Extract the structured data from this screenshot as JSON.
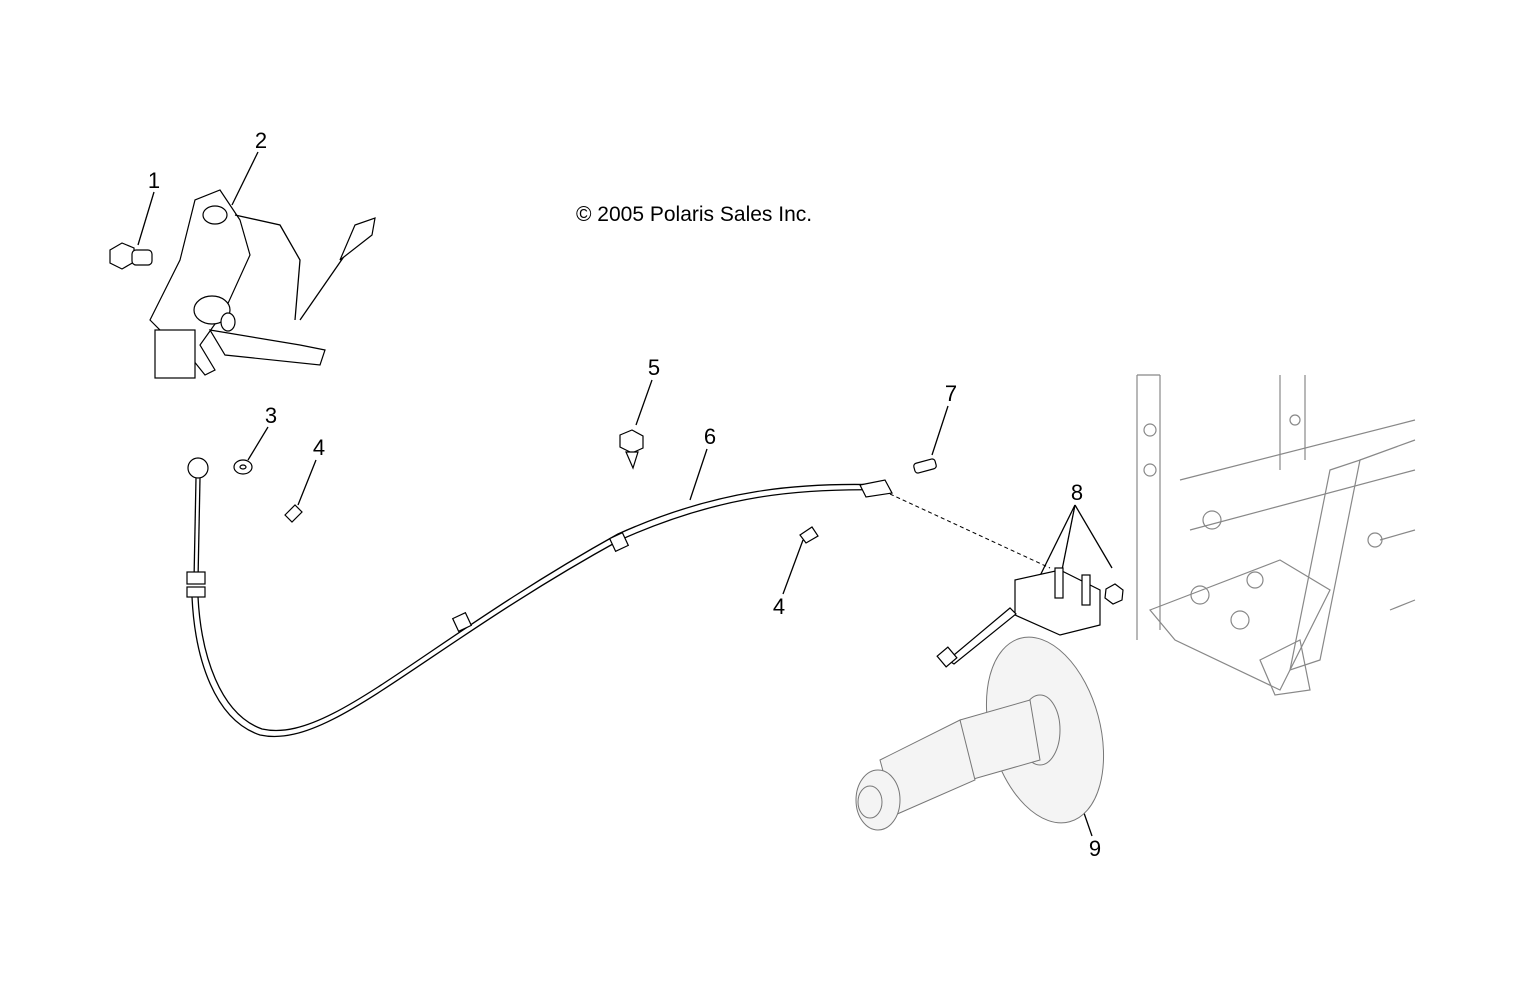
{
  "copyright": "© 2005 Polaris Sales Inc.",
  "callouts": [
    {
      "id": "1",
      "part": "bolt"
    },
    {
      "id": "2",
      "part": "brake-pedal-assembly"
    },
    {
      "id": "3",
      "part": "washer"
    },
    {
      "id": "4",
      "part": "clip"
    },
    {
      "id": "5",
      "part": "push-rivet"
    },
    {
      "id": "6",
      "part": "brake-cable"
    },
    {
      "id": "7",
      "part": "pin"
    },
    {
      "id": "4b",
      "part": "clip"
    },
    {
      "id": "8",
      "part": "caliper-bolt-nut"
    },
    {
      "id": "9",
      "part": "brake-disc-driveshaft"
    }
  ],
  "labels": {
    "c1": "1",
    "c2": "2",
    "c3": "3",
    "c4a": "4",
    "c5": "5",
    "c6": "6",
    "c7": "7",
    "c4b": "4",
    "c8": "8",
    "c9": "9"
  }
}
